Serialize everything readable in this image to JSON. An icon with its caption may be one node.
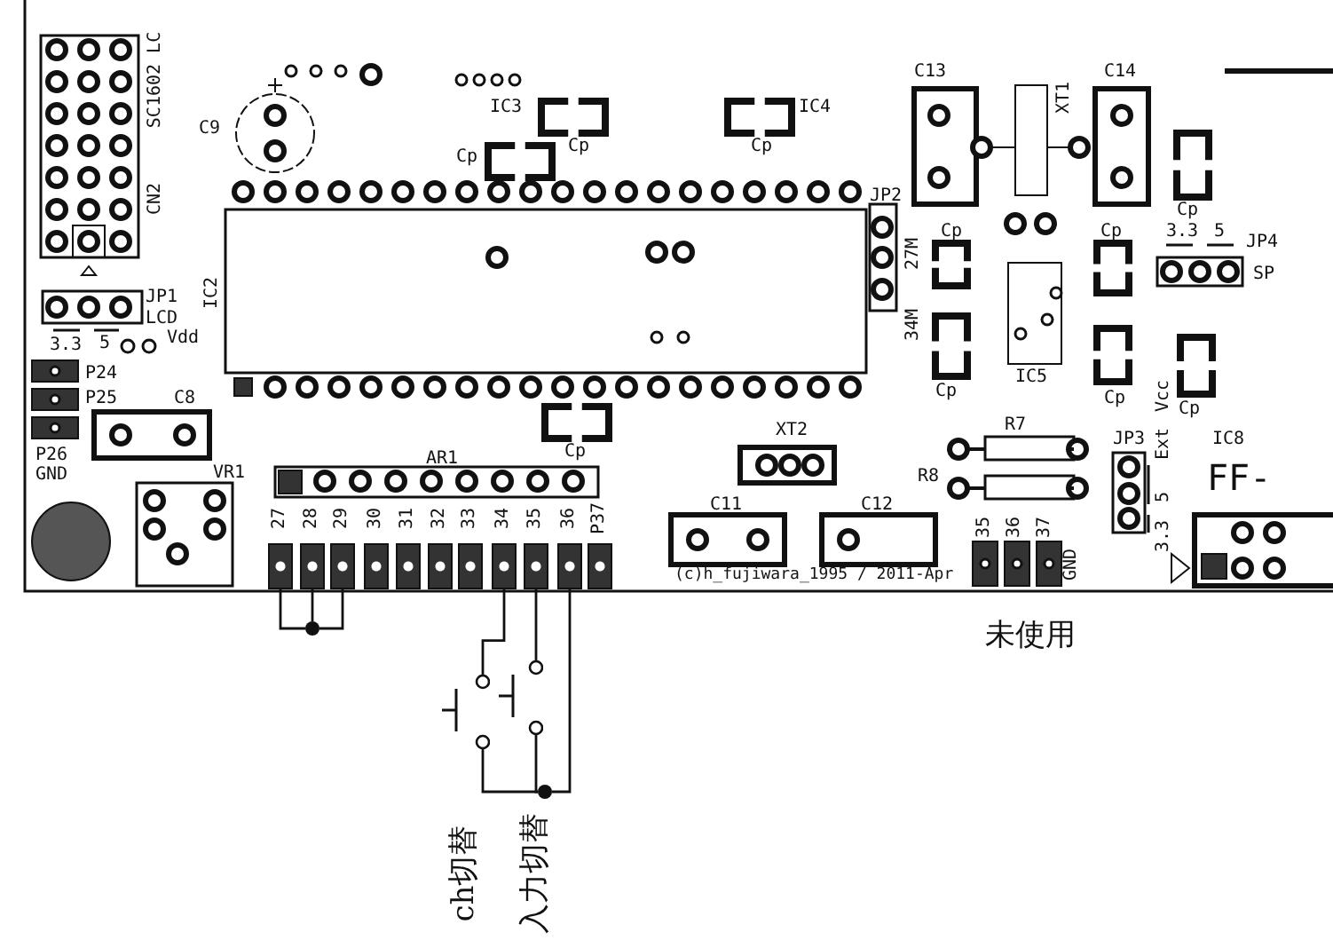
{
  "diagram": {
    "nodes": [
      {
        "text": [
          "27"
        ]
      },
      {
        "text": [
          "28"
        ]
      },
      {
        "text": [
          "29"
        ]
      },
      {
        "text": [
          "30"
        ]
      },
      {
        "text": [
          "31"
        ]
      },
      {
        "text": [
          "32"
        ]
      },
      {
        "text": [
          "33"
        ]
      },
      {
        "text": [
          "34"
        ]
      },
      {
        "text": [
          "35"
        ]
      },
      {
        "text": [
          "36"
        ]
      },
      {
        "text": [
          "P37"
        ]
      },
      {
        "text": [],
        "shape": "circle"
      },
      {
        "text": [],
        "shape": "switch"
      },
      {
        "text": [],
        "shape": "switch"
      },
      {
        "text": [],
        "shape": "circle"
      }
    ],
    "edges": [
      {
        "from": 0,
        "to": 11,
        "arrow": "none"
      },
      {
        "from": 1,
        "to": 11,
        "arrow": "none"
      },
      {
        "from": 2,
        "to": 11,
        "arrow": "none"
      },
      {
        "from": 7,
        "to": 12,
        "arrow": "none"
      },
      {
        "from": 8,
        "to": 13,
        "arrow": "none"
      },
      {
        "from": 9,
        "to": 14,
        "arrow": "none"
      },
      {
        "from": 12,
        "to": 14,
        "arrow": "none"
      },
      {
        "from": 13,
        "to": 14,
        "arrow": "none"
      }
    ],
    "labels": [
      "SC1602 LC",
      "CN2",
      "C9",
      "IC3",
      "Cp",
      "Cp",
      "IC4",
      "Cp",
      "C13",
      "XT1",
      "C14",
      "Cp",
      "IC2",
      "JP2",
      "27M",
      "34M",
      "Cp",
      "Cp",
      "3.3",
      "5",
      "JP4",
      "SP",
      "JP1",
      "LCD",
      "3.3",
      "5",
      "Vdd",
      "Cp",
      "IC5",
      "Cp",
      "Cp",
      "Cp",
      "P24",
      "P25",
      "C8",
      "P26",
      "GND",
      "XT2",
      "R7",
      "R8",
      "Ext",
      "Vcc",
      "JP3",
      "IC8",
      "FF-",
      "5",
      "3.3",
      "VR1",
      "AR1",
      "C11",
      "C12",
      "35",
      "36",
      "37",
      "GND",
      "(c)h_fujiwara_1995 / 2011-Apr",
      "未使用",
      "ch切替",
      "入力切替"
    ]
  }
}
